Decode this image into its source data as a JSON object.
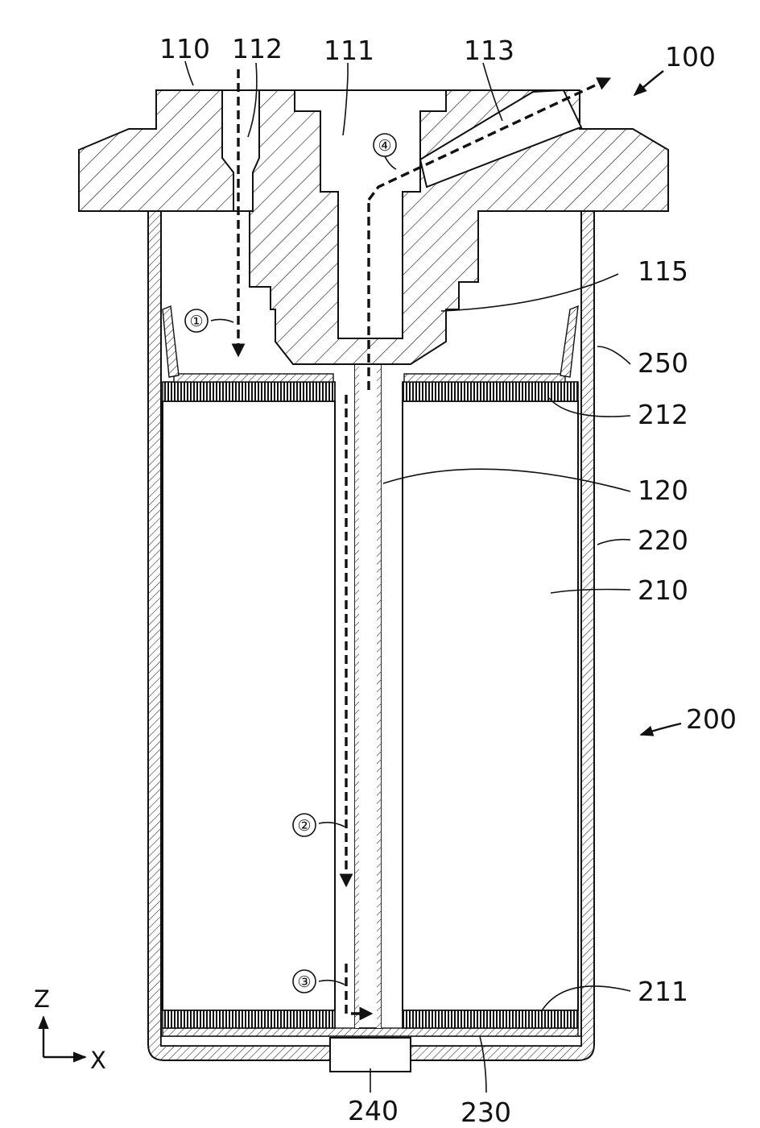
{
  "labels": {
    "l100": "100",
    "l110": "110",
    "l111": "111",
    "l112": "112",
    "l113": "113",
    "l115": "115",
    "l120": "120",
    "l200": "200",
    "l210": "210",
    "l211": "211",
    "l212": "212",
    "l220": "220",
    "l230": "230",
    "l240": "240",
    "l250": "250"
  },
  "flow_markers": {
    "f1": "①",
    "f2": "②",
    "f3": "③",
    "f4": "④"
  },
  "axes": {
    "z": "Z",
    "x": "X"
  },
  "style": {
    "line_color": "#111111",
    "background": "#ffffff"
  }
}
